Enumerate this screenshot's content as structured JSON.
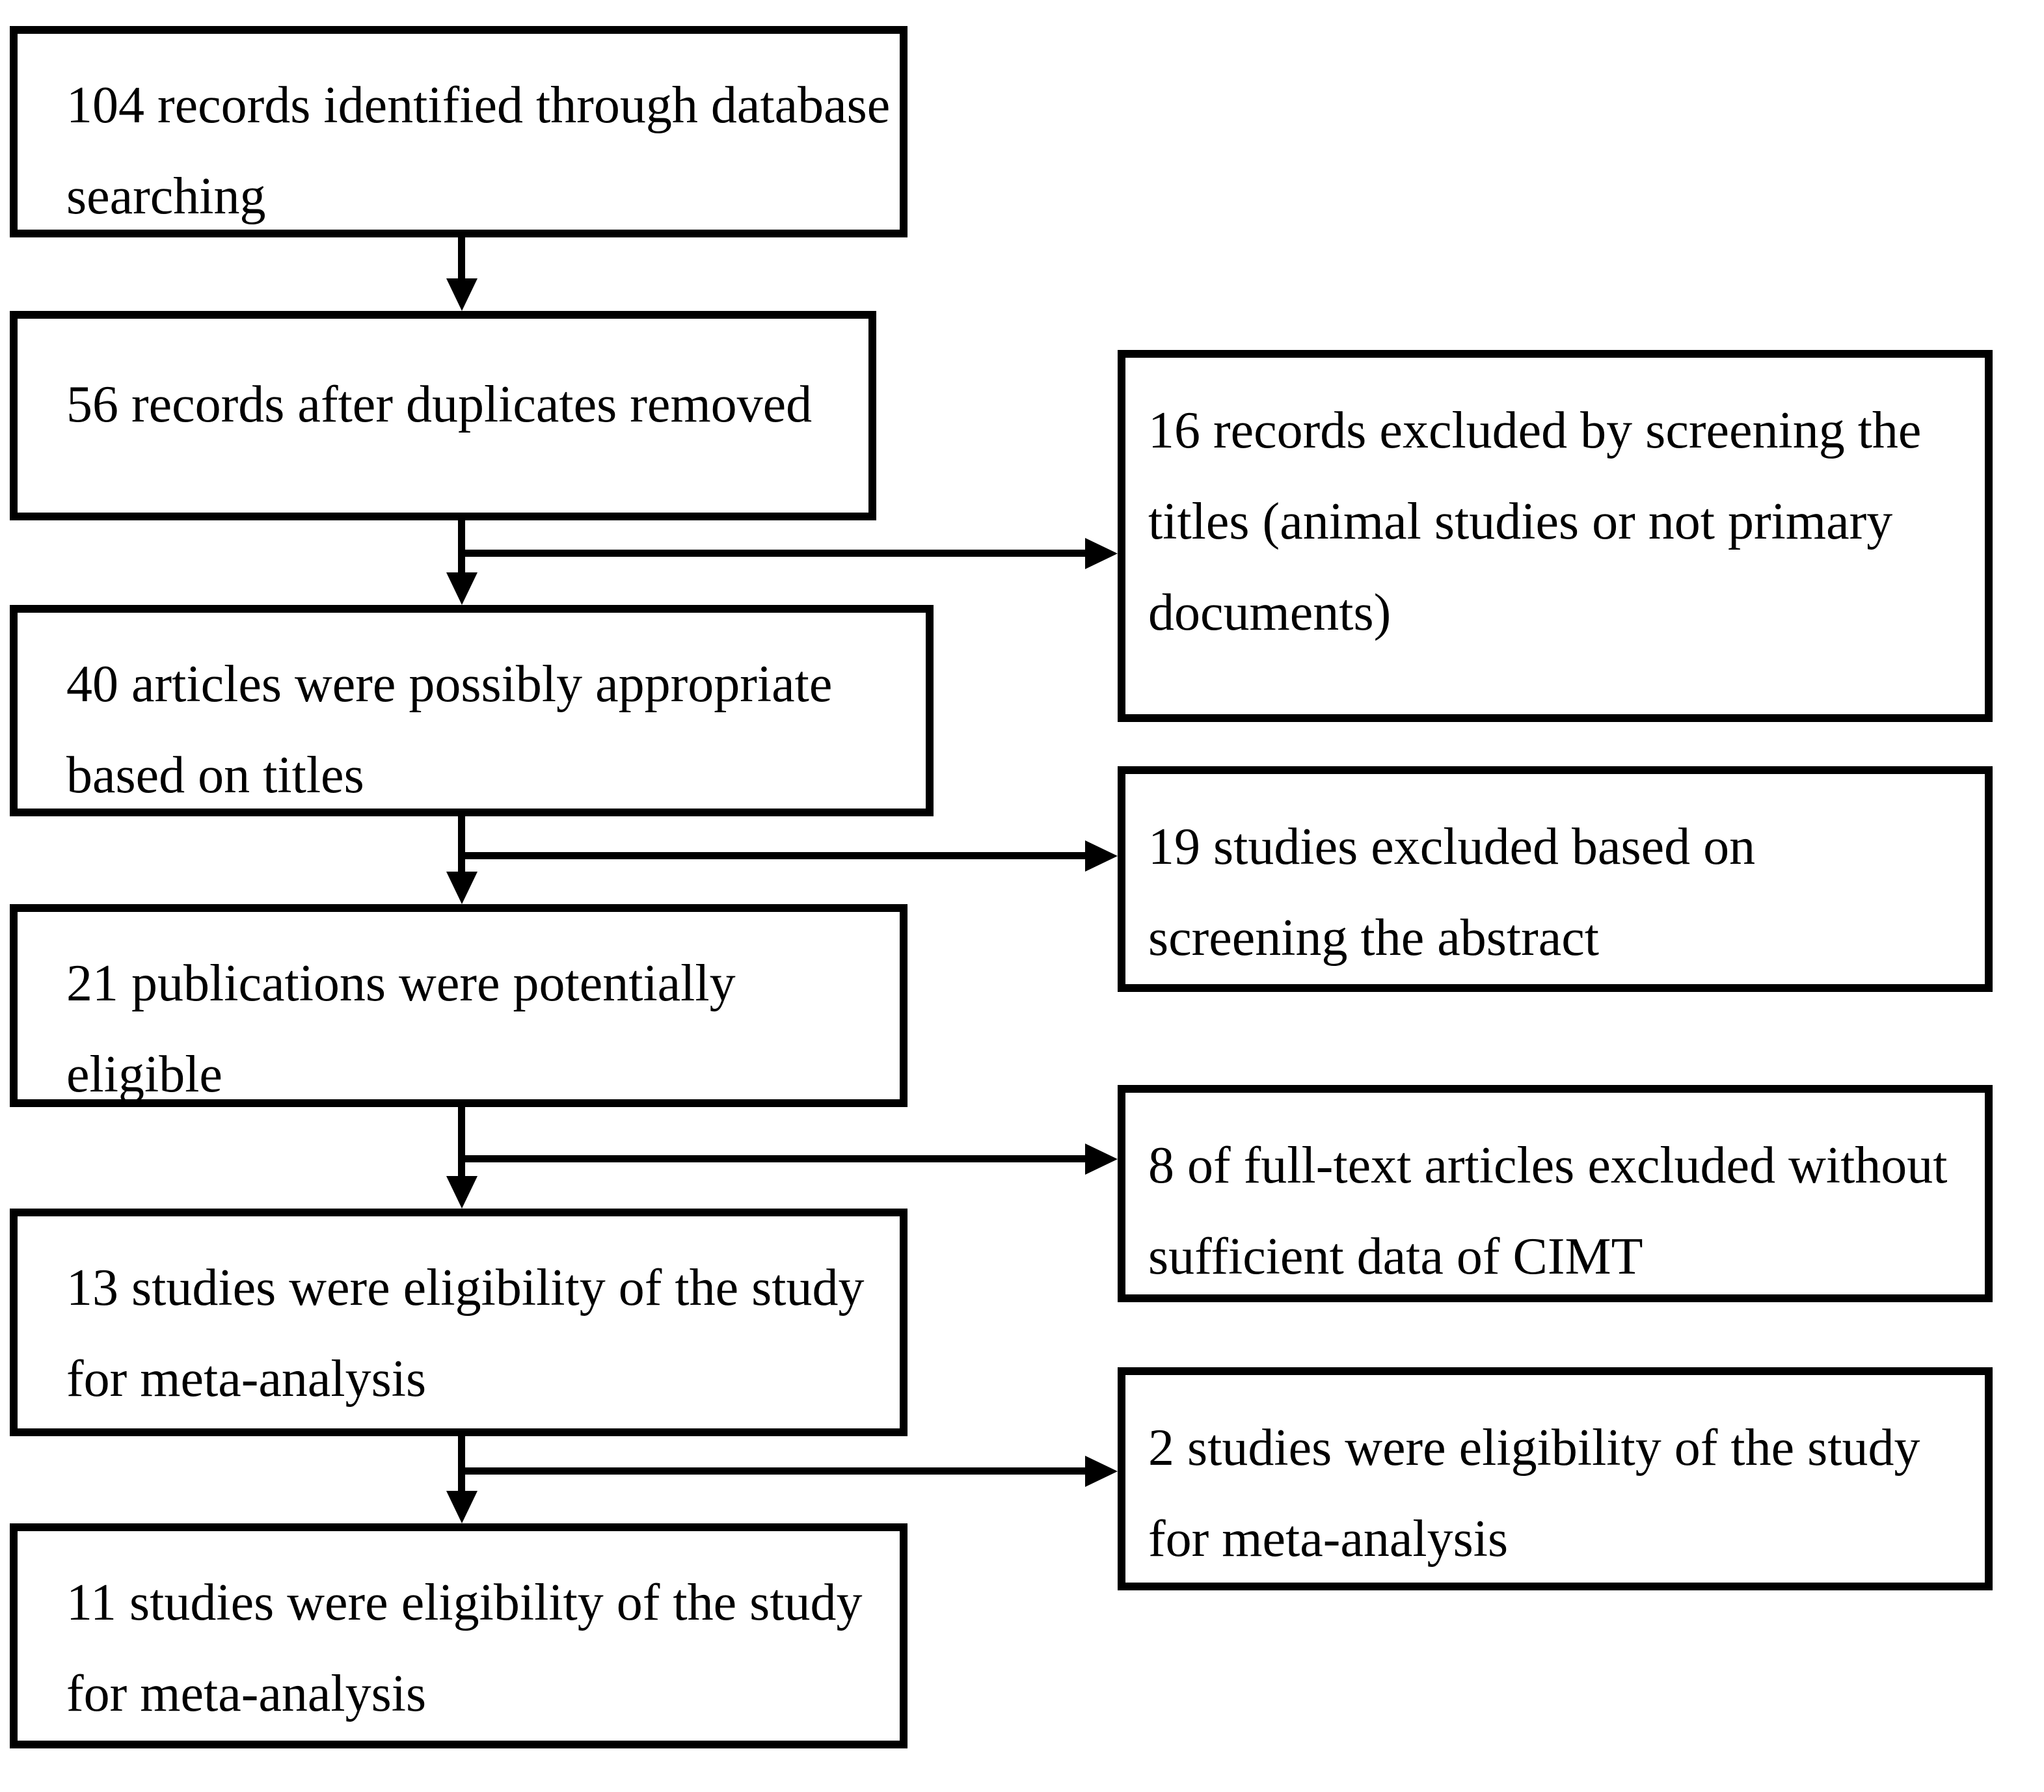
{
  "flowchart": {
    "colors": {
      "border": "#000000",
      "background": "#ffffff",
      "text": "#000000"
    },
    "left_boxes": [
      {
        "id": "records_identified",
        "text": "104 records identified through database searching",
        "lines": [
          "104 records identified through database",
          "searching"
        ]
      },
      {
        "id": "records_after_duplicates",
        "text": "56 records after duplicates removed",
        "lines": [
          "56 records after duplicates removed"
        ]
      },
      {
        "id": "articles_title_screen",
        "text": "40 articles were possibly appropriate based on titles",
        "lines": [
          "40 articles were possibly appropriate",
          "based on titles"
        ]
      },
      {
        "id": "publications_potentially_eligible",
        "text": "21 publications were potentially eligible",
        "lines": [
          "21 publications were potentially",
          "eligible"
        ]
      },
      {
        "id": "studies_eligible_13",
        "text": "13 studies were eligibility of the study for meta-analysis",
        "lines": [
          "13 studies were eligibility of the study",
          "for meta-analysis"
        ]
      },
      {
        "id": "studies_eligible_11",
        "text": "11 studies were eligibility of the study for meta-analysis",
        "lines": [
          "11 studies were eligibility of the study",
          "for meta-analysis"
        ]
      }
    ],
    "right_boxes": [
      {
        "id": "excluded_by_titles",
        "text": "16 records excluded by screening the titles (animal studies or not primary documents)",
        "lines": [
          "16 records excluded by screening the",
          "titles (animal studies or not primary",
          "documents)"
        ]
      },
      {
        "id": "excluded_by_abstract",
        "text": "19 studies excluded based on screening the abstract",
        "lines": [
          "19 studies excluded based on",
          "screening the abstract"
        ]
      },
      {
        "id": "excluded_fulltext_cimt",
        "text": "8 of full-text articles excluded without sufficient data of CIMT",
        "lines": [
          "8 of full-text articles excluded without",
          "sufficient data of CIMT"
        ]
      },
      {
        "id": "studies_eligible_2",
        "text": "2 studies were eligibility of the study for meta-analysis",
        "lines": [
          "2 studies were eligibility of the study",
          "for meta-analysis"
        ]
      }
    ],
    "edges": [
      {
        "from": "records_identified",
        "to": "records_after_duplicates"
      },
      {
        "from": "records_after_duplicates",
        "to": "articles_title_screen"
      },
      {
        "from": "records_after_duplicates",
        "to": "excluded_by_titles"
      },
      {
        "from": "articles_title_screen",
        "to": "publications_potentially_eligible"
      },
      {
        "from": "articles_title_screen",
        "to": "excluded_by_abstract"
      },
      {
        "from": "publications_potentially_eligible",
        "to": "studies_eligible_13"
      },
      {
        "from": "publications_potentially_eligible",
        "to": "excluded_fulltext_cimt"
      },
      {
        "from": "studies_eligible_13",
        "to": "studies_eligible_11"
      },
      {
        "from": "studies_eligible_13",
        "to": "studies_eligible_2"
      }
    ]
  }
}
